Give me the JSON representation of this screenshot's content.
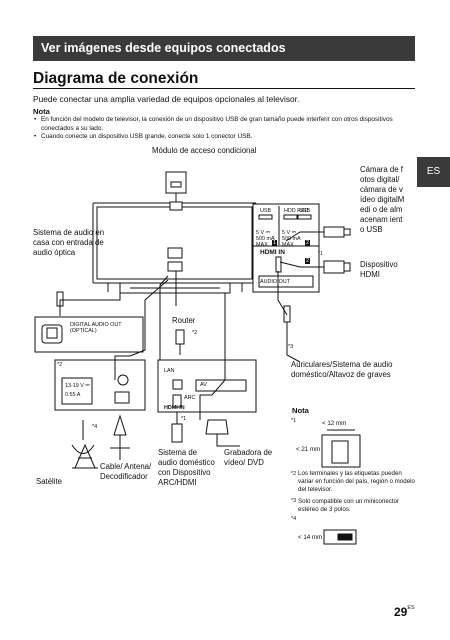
{
  "header": {
    "banner_title": "Ver imágenes desde equipos conectados"
  },
  "page": {
    "title": "Diagrama de conexión",
    "intro": "Puede conectar una amplia variedad de equipos opcionales al televisor.",
    "number": "29",
    "lang_suffix": "ES"
  },
  "notes": {
    "heading": "Nota",
    "items": [
      "En función del modelo de televisor, la conexión de un dispositivo USB de gran tamaño puede interferir con otros dispositivos conectados a su lado.",
      "Cuando conecte un dispositivo USB grande, conecte solo 1 conector USB."
    ]
  },
  "side_tab": "ES",
  "diagram": {
    "labels": {
      "modulo": "Módulo de acceso condicional",
      "sistema_audio": "Sistema de audio en casa con entrada de audio óptica",
      "camara": "Cámara de fotos digital/ cámara de vídeo digitalMedi o de almacenam iento USB",
      "dispositivo_hdmi": "Dispositivo HDMI",
      "router": "Router",
      "router_ref": "*2",
      "auriculares": "Auriculares/Sistema de audio doméstico/Altavoz de graves",
      "satelite": "Satélite",
      "cable": "Cable/ Antena/ Decodificador",
      "sistema_arc": "Sistema de audio doméstico con Dispositivo ARC/HDMI",
      "grabadora": "Grabadora de vídeo/ DVD"
    },
    "panel": {
      "usb": "USB",
      "hdd_rec": "HDD REC",
      "usb_spec": "5 V ⎓ 500 mA MAX",
      "port_1": "1",
      "port_2": "2",
      "hdmi_in": "HDMI IN",
      "audio_out": "AUDIO OUT"
    },
    "optical": "DIGITAL AUDIO OUT (OPTICAL)",
    "rear": {
      "ref": "*2",
      "voltage": "13-19 V ⎓",
      "current": "0.55 A",
      "lan": "LAN",
      "av": "AV",
      "arc": "ARC",
      "hdmi_in": "HDMI IN"
    },
    "refs": {
      "r1": "*1",
      "r3": "*3",
      "r4": "*4"
    }
  },
  "footnotes": {
    "heading": "Nota",
    "f1_ref": "*1",
    "dim_12": "< 12 mm",
    "dim_21": "< 21 mm",
    "f2_ref": "*2",
    "f2_text": "Los terminales y las etiquetas pueden variar en función del país, región o modelo del televisor.",
    "f3_ref": "*3",
    "f3_text": "Solo compatible con un miniconector estéreo de 3 polos.",
    "f4_ref": "*4",
    "dim_14": "< 14 mm"
  }
}
